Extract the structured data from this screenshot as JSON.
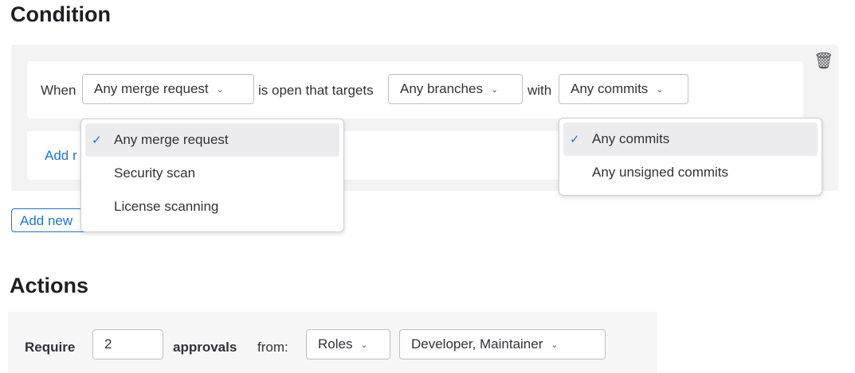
{
  "condition": {
    "title": "Condition",
    "when": "When",
    "mr_select": "Any merge request",
    "open_targets": "is open that targets",
    "branch_select": "Any branches",
    "with": "with",
    "commits_select": "Any commits",
    "add_rule_link": "Add r",
    "add_new_button": "Add new",
    "mr_menu": [
      {
        "label": "Any merge request",
        "selected": true
      },
      {
        "label": "Security scan",
        "selected": false
      },
      {
        "label": "License scanning",
        "selected": false
      }
    ],
    "commits_menu": [
      {
        "label": "Any commits",
        "selected": true
      },
      {
        "label": "Any unsigned commits",
        "selected": false
      }
    ]
  },
  "actions": {
    "title": "Actions",
    "require": "Require",
    "approvals_value": "2",
    "approvals": "approvals",
    "from": "from:",
    "type_select": "Roles",
    "roles_select": "Developer, Maintainer"
  },
  "colors": {
    "accent": "#1f75cb",
    "panel": "#f3f3f4"
  }
}
